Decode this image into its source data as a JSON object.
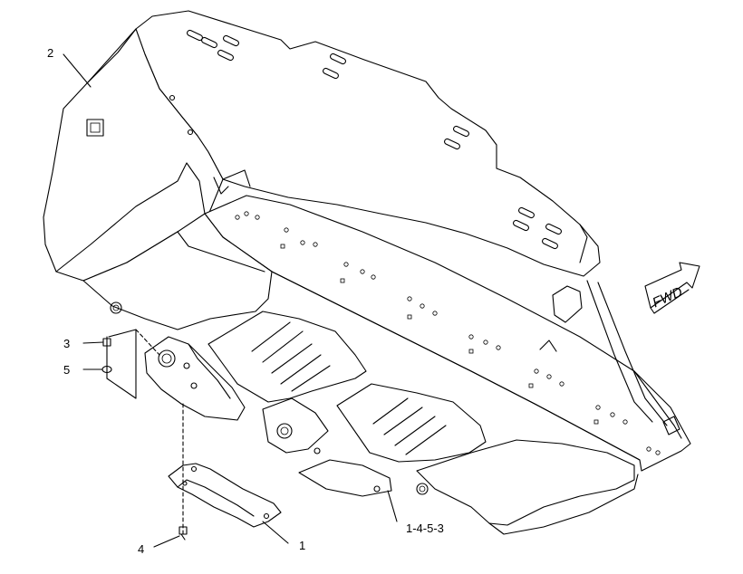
{
  "callouts": {
    "c1": "1",
    "c2": "2",
    "c3": "3",
    "c4": "4",
    "c5": "5",
    "group": "1-4-5-3"
  },
  "direction_arrow": {
    "label": "FWD"
  },
  "colors": {
    "line": "#000000",
    "background": "#ffffff"
  }
}
